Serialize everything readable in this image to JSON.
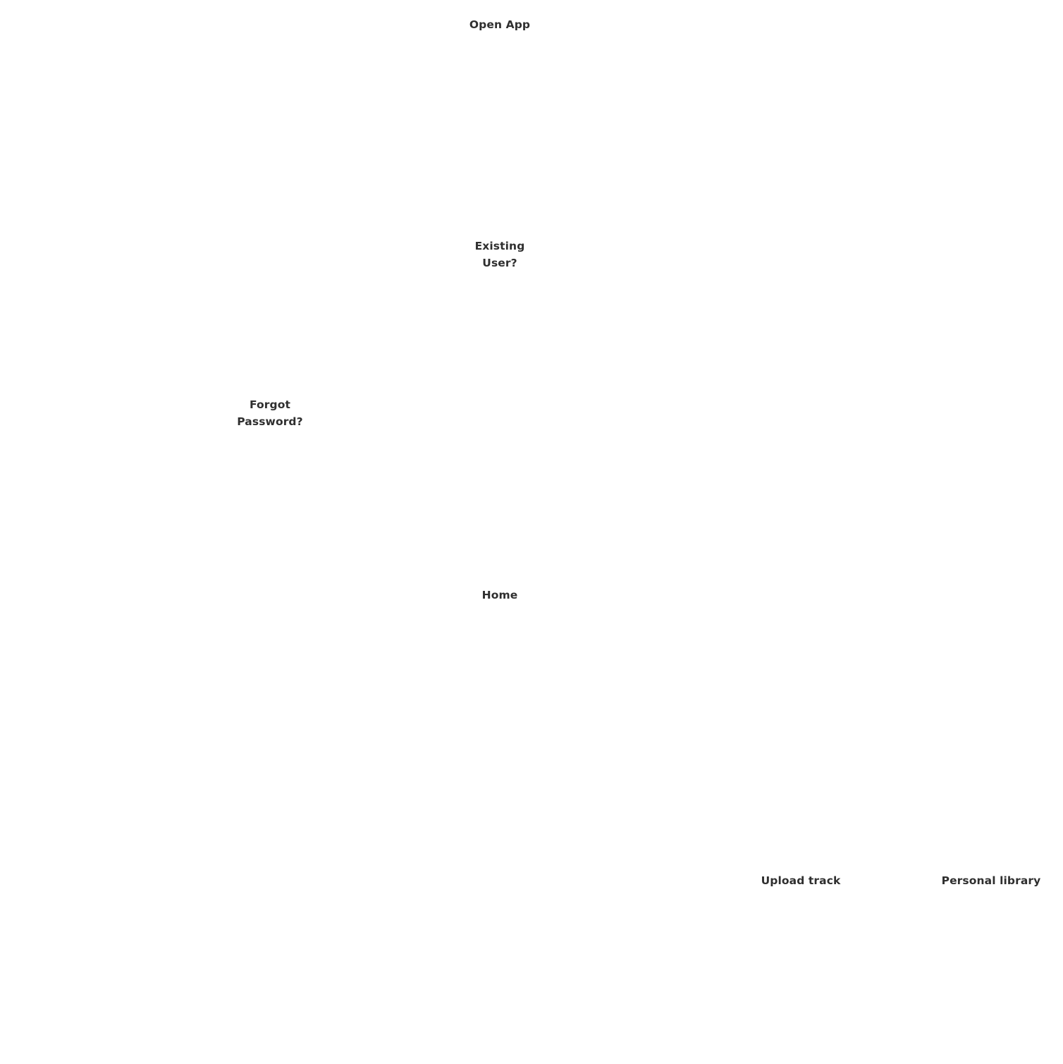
{
  "flow": {
    "open_app": "Open App",
    "existing_user": [
      "Existing",
      "User?"
    ],
    "forgot_password": [
      "Forgot",
      "Password?"
    ],
    "home": "Home",
    "upload_track": "Upload track",
    "personal_library": "Personal library"
  },
  "colors": {
    "background": "#ffffff",
    "text": "#2f2f2f"
  }
}
